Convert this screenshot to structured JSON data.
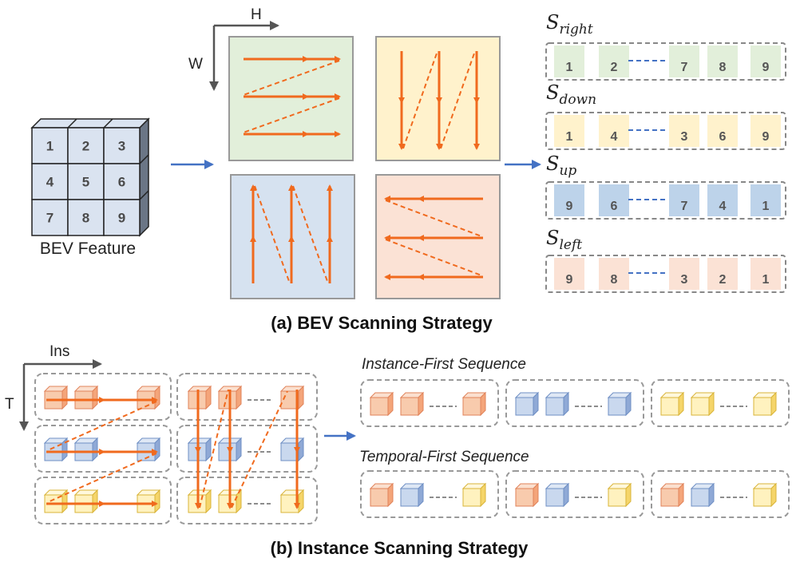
{
  "colors": {
    "arrow": "#f06a1e",
    "blue_arrow": "#4472c4",
    "green": "#e2efda",
    "yellow": "#fff2cc",
    "blue": "#d6e2f0",
    "salmon": "#fbe2d5",
    "cube_face": "#dae3f0",
    "cube_side": "#6b7686",
    "orange_cube": "#f8cbad",
    "blue_cube": "#b4c7e7",
    "yellow_cube": "#ffe699"
  },
  "bev_feature": {
    "label": "BEV Feature",
    "cells": [
      "1",
      "2",
      "3",
      "4",
      "5",
      "6",
      "7",
      "8",
      "9"
    ]
  },
  "axes": {
    "h": "H",
    "w": "W",
    "ins": "Ins",
    "t": "T"
  },
  "sequences": [
    {
      "name": "right",
      "sub": "right",
      "color": "green",
      "cells": [
        "1",
        "2",
        "7",
        "8",
        "9"
      ]
    },
    {
      "name": "down",
      "sub": "down",
      "color": "yellow",
      "cells": [
        "1",
        "4",
        "3",
        "6",
        "9"
      ]
    },
    {
      "name": "up",
      "sub": "up",
      "color": "blue",
      "cells": [
        "9",
        "6",
        "7",
        "4",
        "1"
      ]
    },
    {
      "name": "left",
      "sub": "left",
      "color": "salmon",
      "cells": [
        "9",
        "8",
        "3",
        "2",
        "1"
      ]
    }
  ],
  "seq_letter": "S",
  "captions": {
    "a": "(a) BEV Scanning Strategy",
    "b": "(b) Instance Scanning  Strategy"
  },
  "instance_first_label": "Instance-First Sequence",
  "temporal_first_label": "Temporal-First Sequence",
  "instance_first_groups": [
    [
      "orange",
      "orange",
      "orange"
    ],
    [
      "blue",
      "blue",
      "blue"
    ],
    [
      "yellow",
      "yellow",
      "yellow"
    ]
  ],
  "temporal_first_groups": [
    [
      "orange",
      "blue",
      "yellow"
    ],
    [
      "orange",
      "blue",
      "yellow"
    ],
    [
      "orange",
      "blue",
      "yellow"
    ]
  ]
}
